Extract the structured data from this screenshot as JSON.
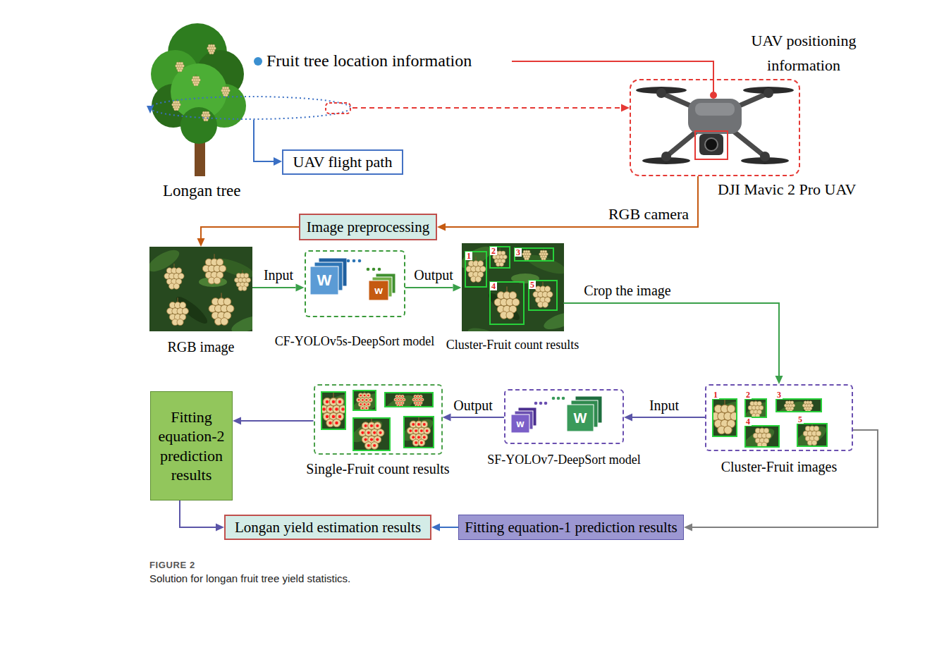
{
  "diagram": {
    "caption": "Solution for longan fruit tree yield statistics.",
    "nodes": [
      {
        "text": [
          "Longan tree"
        ]
      },
      {
        "text": [
          "UAV flight path"
        ]
      },
      {
        "text": [
          "DJI Mavic 2 Pro UAV"
        ]
      },
      {
        "text": [
          "Image preprocessing"
        ]
      },
      {
        "text": [
          "RGB image"
        ]
      },
      {
        "text": [
          "CF-YOLOv5s-DeepSort model"
        ]
      },
      {
        "text": [
          "Cluster-Fruit count results"
        ]
      },
      {
        "text": [
          "Fitting equation-2 prediction results"
        ]
      },
      {
        "text": [
          "Single-Fruit count results"
        ]
      },
      {
        "text": [
          "SF-YOLOv7-DeepSort model"
        ]
      },
      {
        "text": [
          "Cluster-Fruit images"
        ]
      },
      {
        "text": [
          "Longan yield estimation results"
        ]
      },
      {
        "text": [
          "Fitting equation-1 prediction results"
        ]
      }
    ],
    "edges": [
      {
        "from": 0,
        "to": 2,
        "arrow": "to"
      },
      {
        "from": 2,
        "to": 3,
        "label": "RGB camera",
        "arrow": "to"
      },
      {
        "from": 3,
        "to": 4,
        "arrow": "to"
      },
      {
        "from": 4,
        "to": 5,
        "label": "Input",
        "arrow": "to"
      },
      {
        "from": 5,
        "to": 6,
        "label": "Output",
        "arrow": "to"
      },
      {
        "from": 6,
        "to": 10,
        "label": "Crop the image",
        "arrow": "to"
      },
      {
        "from": 10,
        "to": 12,
        "arrow": "to"
      },
      {
        "from": 10,
        "to": 9,
        "label": "Input",
        "arrow": "to"
      },
      {
        "from": 9,
        "to": 8,
        "label": "Output",
        "arrow": "to"
      },
      {
        "from": 8,
        "to": 7,
        "arrow": "to"
      },
      {
        "from": 7,
        "to": 11,
        "arrow": "to"
      },
      {
        "from": 12,
        "to": 11,
        "arrow": "to"
      }
    ],
    "labels": [
      "Fruit tree location information",
      "UAV positioning information",
      "1",
      "2",
      "3",
      "4",
      "5",
      "W",
      "w",
      "w",
      "W",
      "1",
      "2",
      "3",
      "4",
      "5",
      "FIGURE 2"
    ]
  }
}
